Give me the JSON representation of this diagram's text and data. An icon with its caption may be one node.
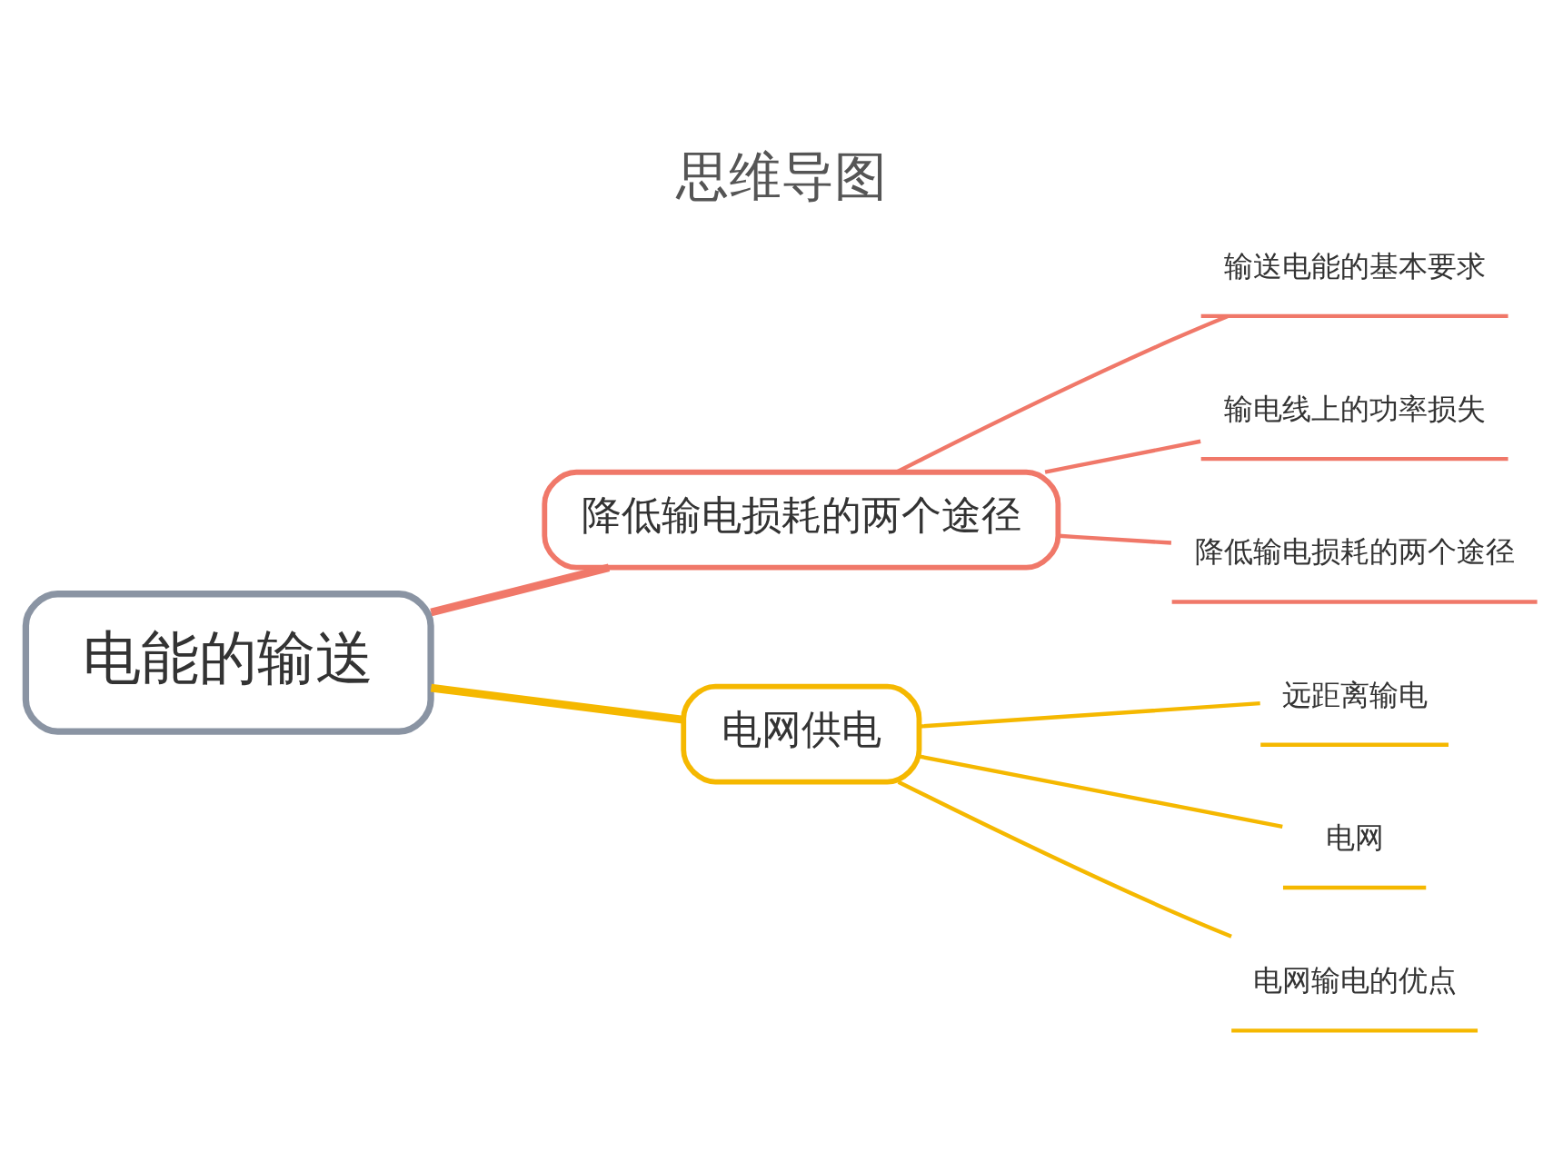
{
  "diagram": {
    "title": "思维导图",
    "nodes": [
      {
        "text": [
          "电能的输送"
        ]
      },
      {
        "text": [
          "降低输电损耗的两个途径"
        ]
      },
      {
        "text": [
          "输送电能的基本要求"
        ]
      },
      {
        "text": [
          "输电线上的功率损失"
        ]
      },
      {
        "text": [
          "降低输电损耗的两个途径"
        ]
      },
      {
        "text": [
          "电网供电"
        ]
      },
      {
        "text": [
          "远距离输电"
        ]
      },
      {
        "text": [
          "电网"
        ]
      },
      {
        "text": [
          "电网输电的优点"
        ]
      }
    ],
    "edges": [
      {
        "from": 0,
        "to": 1,
        "arrow": "none",
        "style": "thick",
        "color": "#f07869"
      },
      {
        "from": 1,
        "to": 2,
        "arrow": "none",
        "color": "#f07869"
      },
      {
        "from": 1,
        "to": 3,
        "arrow": "none",
        "color": "#f07869"
      },
      {
        "from": 1,
        "to": 4,
        "arrow": "none",
        "color": "#f07869"
      },
      {
        "from": 0,
        "to": 5,
        "arrow": "none",
        "style": "thick",
        "color": "#f5b800"
      },
      {
        "from": 5,
        "to": 6,
        "arrow": "none",
        "color": "#f5b800"
      },
      {
        "from": 5,
        "to": 7,
        "arrow": "none",
        "color": "#f5b800"
      },
      {
        "from": 5,
        "to": 8,
        "arrow": "none",
        "color": "#f5b800"
      }
    ]
  }
}
